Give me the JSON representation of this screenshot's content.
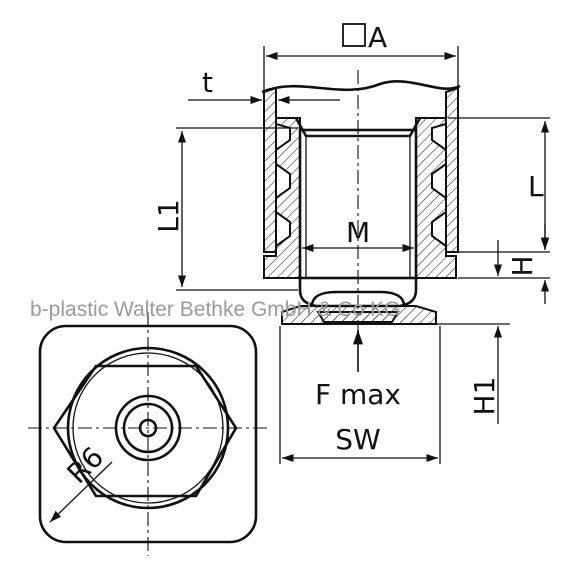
{
  "labels": {
    "square_a": "A",
    "t": "t",
    "l1": "L1",
    "l": "L",
    "m": "M",
    "h": "H",
    "h1": "H1",
    "fmax": "F max",
    "sw": "SW",
    "r6": "R6"
  },
  "watermark": "b-plastic Walter Bethke GmbH & Co KG"
}
